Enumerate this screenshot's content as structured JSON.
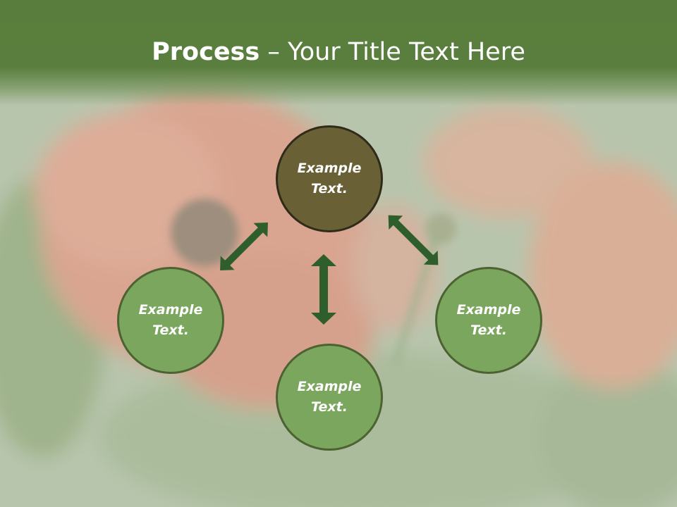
{
  "title": {
    "bold": "Process",
    "rest": " – Your Title Text Here"
  },
  "nodes": [
    {
      "id": "top",
      "label": "Example\nText."
    },
    {
      "id": "left",
      "label": "Example\nText."
    },
    {
      "id": "right",
      "label": "Example\nText."
    },
    {
      "id": "bottom",
      "label": "Example\nText."
    }
  ],
  "colors": {
    "header": "#5a7e3d",
    "node_fill": "#7ba65e",
    "center_node_fill": "#6a6035",
    "arrow": "#2e5e2c"
  }
}
